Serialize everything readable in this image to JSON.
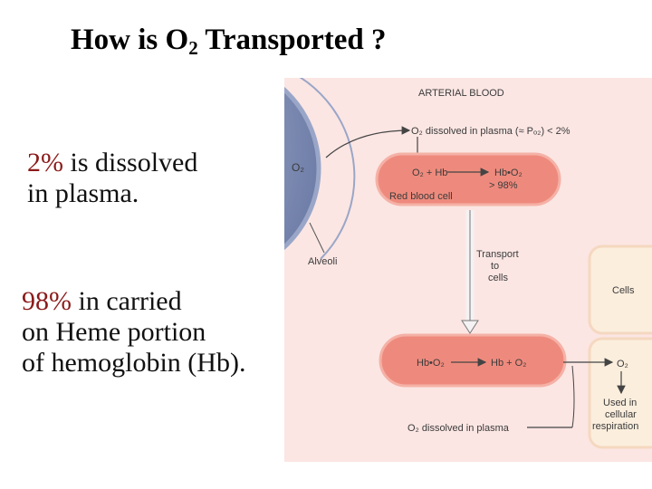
{
  "title": {
    "before": "How is O",
    "sub": "2",
    "after": " Transported ?"
  },
  "bullets": [
    {
      "pct": "2%",
      "lines": [
        " is dissolved",
        " in plasma."
      ]
    },
    {
      "pct": "98%",
      "lines": [
        " in carried",
        "on Heme portion",
        "of hemoglobin (Hb)."
      ]
    }
  ],
  "figure": {
    "arterial_blood": "ARTERIAL BLOOD",
    "dissolved_top": "O₂ dissolved in plasma (≈ Pₒ₂) < 2%",
    "alveoli_o2": "O₂",
    "alveoli": "Alveoli",
    "rbc_top": {
      "reactant": "O₂ + Hb",
      "product": "Hb•O₂",
      "pct": "> 98%",
      "label": "Red blood cell"
    },
    "transport": [
      "Transport",
      "to",
      "cells"
    ],
    "cells": "Cells",
    "rbc_bottom": {
      "reactant": "Hb•O₂",
      "product": "Hb + O₂"
    },
    "cell_o2": "O₂",
    "cell_use": [
      "Used in",
      "cellular",
      "respiration"
    ],
    "dissolved_bottom": "O₂ dissolved in plasma",
    "colors": {
      "background": "#fbe6e3",
      "capsule": "#ee8a7d",
      "alveolus": "#6f7ea8",
      "cell": "#fbeedd",
      "text": "#3b3b3b"
    }
  }
}
